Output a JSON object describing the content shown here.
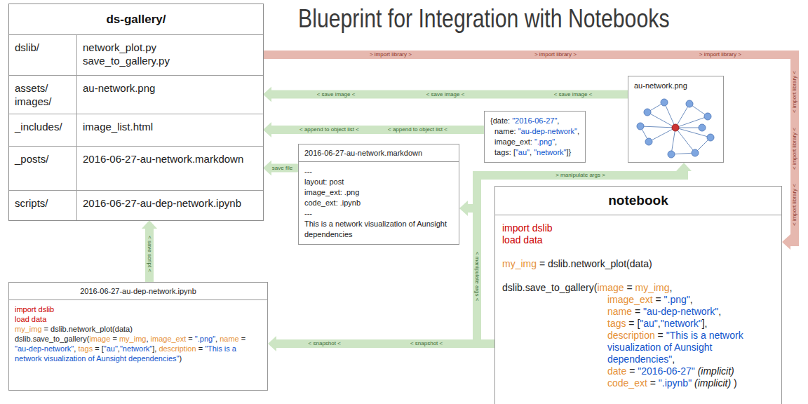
{
  "diagram": {
    "title": "Blueprint for Integration with Notebooks",
    "nodes": [
      {
        "text": [
          "ds-gallery/"
        ]
      },
      {
        "text": [
          "dslib/",
          "network_plot.py",
          "save_to_gallery.py"
        ],
        "in": 0
      },
      {
        "text": [
          "assets/ images/",
          "au-network.png"
        ],
        "in": 0
      },
      {
        "text": [
          "_includes/",
          "image_list.html"
        ],
        "in": 0
      },
      {
        "text": [
          "_posts/",
          "2016-06-27-au-network.markdown"
        ],
        "in": 0
      },
      {
        "text": [
          "scripts/",
          "2016-06-27-au-dep-network.ipynb"
        ],
        "in": 0
      },
      {
        "text": [
          "au-network.png"
        ]
      },
      {
        "text": [
          "{date: \"2016-06-27\",",
          "name: \"au-dep-network\",",
          "image_ext: \".png\",",
          "tags: [\"au\", \"network\"]}"
        ]
      },
      {
        "text": [
          "2016-06-27-au-network.markdown",
          "---",
          "layout: post",
          "image_ext: .png",
          "code_ext: .ipynb",
          "---",
          "This is a network visualization of Aunsight dependencies"
        ]
      },
      {
        "text": [
          "notebook",
          "import dslib",
          "load data",
          "my_img = dslib.network_plot(data)",
          "dslib.save_to_gallery(image = my_img,",
          "image_ext = \".png\",",
          "name = \"au-dep-network\",",
          "tags = [\"au\",\"network\"],",
          "description = \"This is a network visualization of Aunsight dependencies\",",
          "date = \"2016-06-27\" (implicit)",
          "code_ext = \".ipynb\" (implicit) )"
        ]
      },
      {
        "text": [
          "2016-06-27-au-dep-network.ipynb",
          "import dslib",
          "load data",
          "my_img = dslib.network_plot(data)",
          "dslib.save_to_gallery(image = my_img, image_ext = \".png\", name = \"au-dep-network\", tags = [\"au\",\"network\"], description = \"This is a network visualization of Aunsight dependencies\")"
        ]
      }
    ],
    "edges": [
      {
        "from": 1,
        "to": 9,
        "arrow": "to",
        "label": "> import library >"
      },
      {
        "from": 6,
        "to": 2,
        "arrow": "to",
        "label": "< save image <"
      },
      {
        "from": 7,
        "to": 3,
        "arrow": "to",
        "label": "< append to object list <"
      },
      {
        "from": 8,
        "to": 4,
        "arrow": "to",
        "label": "save file"
      },
      {
        "from": 10,
        "to": 5,
        "arrow": "to",
        "label": "< save script <"
      },
      {
        "from": 9,
        "to": 10,
        "arrow": "to",
        "label": "< snapshot <"
      },
      {
        "from": 9,
        "to": 8,
        "arrow": "to",
        "label": "< manipulate args <"
      },
      {
        "from": 9,
        "to": 6,
        "arrow": "to",
        "label": "> manipulate args >"
      }
    ],
    "labels": [
      "> import library >",
      "> import library >",
      "< import library <",
      "< import library <",
      "< import library <",
      "< save image <",
      "< save image <",
      "< append to object list <",
      "< snapshot <"
    ]
  }
}
